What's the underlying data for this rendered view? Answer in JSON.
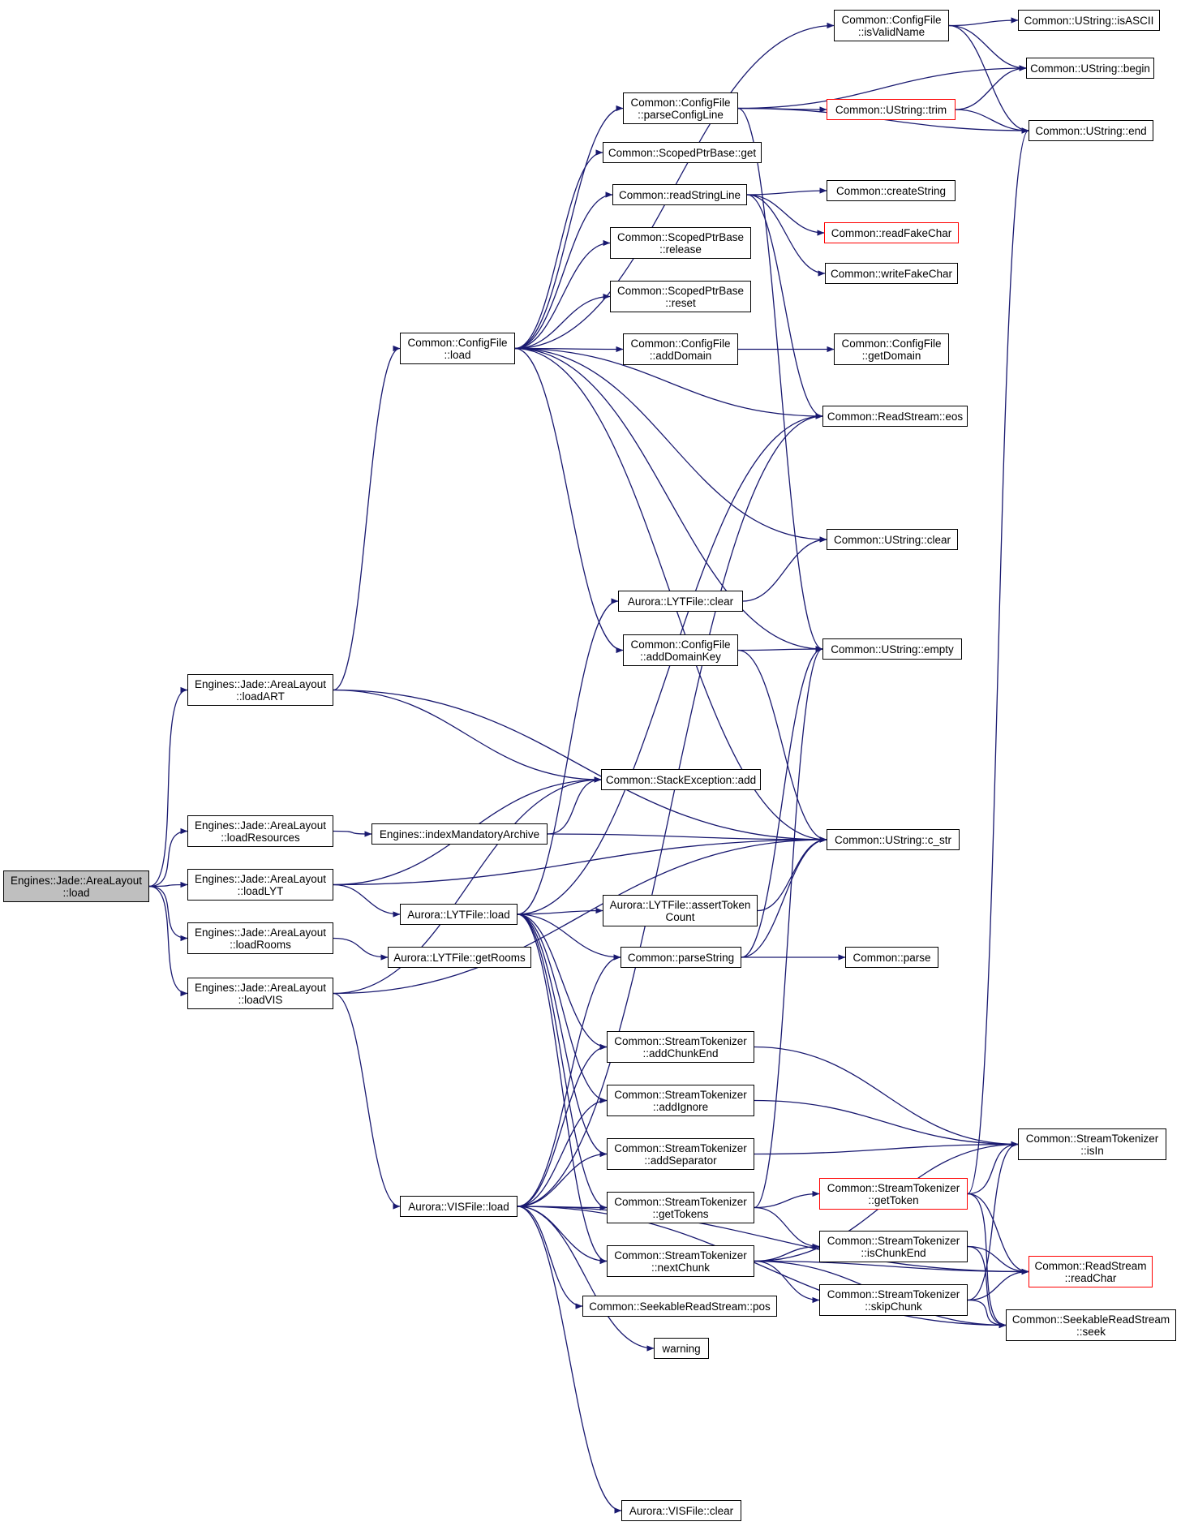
{
  "colors": {
    "edge": "#191970",
    "node_border": "#000000",
    "truncated_border": "#ff0000",
    "root_fill": "#bfbfbf"
  },
  "nodes": [
    {
      "id": "root",
      "lines": [
        "Engines::Jade::AreaLayout",
        "::load"
      ],
      "style": "root"
    },
    {
      "id": "loadART",
      "lines": [
        "Engines::Jade::AreaLayout",
        "::loadART"
      ]
    },
    {
      "id": "loadResources",
      "lines": [
        "Engines::Jade::AreaLayout",
        "::loadResources"
      ]
    },
    {
      "id": "loadLYT",
      "lines": [
        "Engines::Jade::AreaLayout",
        "::loadLYT"
      ]
    },
    {
      "id": "loadRooms",
      "lines": [
        "Engines::Jade::AreaLayout",
        "::loadRooms"
      ]
    },
    {
      "id": "loadVIS",
      "lines": [
        "Engines::Jade::AreaLayout",
        "::loadVIS"
      ]
    },
    {
      "id": "cfLoad",
      "lines": [
        "Common::ConfigFile",
        "::load"
      ]
    },
    {
      "id": "indexMandatory",
      "lines": [
        "Engines::indexMandatoryArchive"
      ]
    },
    {
      "id": "lytLoad",
      "lines": [
        "Aurora::LYTFile::load"
      ]
    },
    {
      "id": "getRooms",
      "lines": [
        "Aurora::LYTFile::getRooms"
      ]
    },
    {
      "id": "visLoad",
      "lines": [
        "Aurora::VISFile::load"
      ]
    },
    {
      "id": "parseConfigLine",
      "lines": [
        "Common::ConfigFile",
        "::parseConfigLine"
      ]
    },
    {
      "id": "spbGet",
      "lines": [
        "Common::ScopedPtrBase::get"
      ]
    },
    {
      "id": "readStringLine",
      "lines": [
        "Common::readStringLine"
      ]
    },
    {
      "id": "spbRelease",
      "lines": [
        "Common::ScopedPtrBase",
        "::release"
      ]
    },
    {
      "id": "spbReset",
      "lines": [
        "Common::ScopedPtrBase",
        "::reset"
      ]
    },
    {
      "id": "addDomain",
      "lines": [
        "Common::ConfigFile",
        "::addDomain"
      ]
    },
    {
      "id": "lytClear",
      "lines": [
        "Aurora::LYTFile::clear"
      ]
    },
    {
      "id": "addDomainKey",
      "lines": [
        "Common::ConfigFile",
        "::addDomainKey"
      ]
    },
    {
      "id": "seAdd",
      "lines": [
        "Common::StackException::add"
      ]
    },
    {
      "id": "assertToken",
      "lines": [
        "Aurora::LYTFile::assertToken",
        "Count"
      ]
    },
    {
      "id": "parseString",
      "lines": [
        "Common::parseString"
      ]
    },
    {
      "id": "addChunkEnd",
      "lines": [
        "Common::StreamTokenizer",
        "::addChunkEnd"
      ]
    },
    {
      "id": "addIgnore",
      "lines": [
        "Common::StreamTokenizer",
        "::addIgnore"
      ]
    },
    {
      "id": "addSeparator",
      "lines": [
        "Common::StreamTokenizer",
        "::addSeparator"
      ]
    },
    {
      "id": "getTokens",
      "lines": [
        "Common::StreamTokenizer",
        "::getTokens"
      ]
    },
    {
      "id": "nextChunk",
      "lines": [
        "Common::StreamTokenizer",
        "::nextChunk"
      ]
    },
    {
      "id": "srsPos",
      "lines": [
        "Common::SeekableReadStream::pos"
      ]
    },
    {
      "id": "warning",
      "lines": [
        "warning"
      ]
    },
    {
      "id": "visClear",
      "lines": [
        "Aurora::VISFile::clear"
      ]
    },
    {
      "id": "isValidName",
      "lines": [
        "Common::ConfigFile",
        "::isValidName"
      ]
    },
    {
      "id": "trim",
      "lines": [
        "Common::UString::trim"
      ],
      "style": "truncated"
    },
    {
      "id": "createString",
      "lines": [
        "Common::createString"
      ]
    },
    {
      "id": "readFakeChar",
      "lines": [
        "Common::readFakeChar"
      ],
      "style": "truncated"
    },
    {
      "id": "writeFakeChar",
      "lines": [
        "Common::writeFakeChar"
      ]
    },
    {
      "id": "getDomain",
      "lines": [
        "Common::ConfigFile",
        "::getDomain"
      ]
    },
    {
      "id": "eos",
      "lines": [
        "Common::ReadStream::eos"
      ]
    },
    {
      "id": "usClear",
      "lines": [
        "Common::UString::clear"
      ]
    },
    {
      "id": "usEmpty",
      "lines": [
        "Common::UString::empty"
      ]
    },
    {
      "id": "cStr",
      "lines": [
        "Common::UString::c_str"
      ]
    },
    {
      "id": "parse",
      "lines": [
        "Common::parse"
      ]
    },
    {
      "id": "getToken",
      "lines": [
        "Common::StreamTokenizer",
        "::getToken"
      ],
      "style": "truncated"
    },
    {
      "id": "isChunkEnd",
      "lines": [
        "Common::StreamTokenizer",
        "::isChunkEnd"
      ]
    },
    {
      "id": "skipChunk",
      "lines": [
        "Common::StreamTokenizer",
        "::skipChunk"
      ]
    },
    {
      "id": "isASCII",
      "lines": [
        "Common::UString::isASCII"
      ]
    },
    {
      "id": "begin",
      "lines": [
        "Common::UString::begin"
      ]
    },
    {
      "id": "end",
      "lines": [
        "Common::UString::end"
      ]
    },
    {
      "id": "isIn",
      "lines": [
        "Common::StreamTokenizer",
        "::isIn"
      ]
    },
    {
      "id": "readChar",
      "lines": [
        "Common::ReadStream",
        "::readChar"
      ],
      "style": "truncated"
    },
    {
      "id": "seek",
      "lines": [
        "Common::SeekableReadStream",
        "::seek"
      ]
    }
  ],
  "edges": [
    [
      "root",
      "loadART"
    ],
    [
      "root",
      "loadResources"
    ],
    [
      "root",
      "loadLYT"
    ],
    [
      "root",
      "loadRooms"
    ],
    [
      "root",
      "loadVIS"
    ],
    [
      "loadART",
      "cfLoad"
    ],
    [
      "loadART",
      "seAdd"
    ],
    [
      "loadART",
      "cStr"
    ],
    [
      "loadResources",
      "indexMandatory"
    ],
    [
      "loadLYT",
      "seAdd"
    ],
    [
      "loadLYT",
      "lytLoad"
    ],
    [
      "loadLYT",
      "cStr"
    ],
    [
      "loadRooms",
      "getRooms"
    ],
    [
      "loadVIS",
      "seAdd"
    ],
    [
      "loadVIS",
      "visLoad"
    ],
    [
      "loadVIS",
      "cStr"
    ],
    [
      "indexMandatory",
      "seAdd"
    ],
    [
      "indexMandatory",
      "cStr"
    ],
    [
      "cfLoad",
      "isValidName"
    ],
    [
      "cfLoad",
      "parseConfigLine"
    ],
    [
      "cfLoad",
      "spbGet"
    ],
    [
      "cfLoad",
      "readStringLine"
    ],
    [
      "cfLoad",
      "spbRelease"
    ],
    [
      "cfLoad",
      "spbReset"
    ],
    [
      "cfLoad",
      "addDomain"
    ],
    [
      "cfLoad",
      "eos"
    ],
    [
      "cfLoad",
      "usClear"
    ],
    [
      "cfLoad",
      "addDomainKey"
    ],
    [
      "cfLoad",
      "usEmpty"
    ],
    [
      "cfLoad",
      "cStr"
    ],
    [
      "parseConfigLine",
      "trim"
    ],
    [
      "parseConfigLine",
      "begin"
    ],
    [
      "parseConfigLine",
      "end"
    ],
    [
      "parseConfigLine",
      "usEmpty"
    ],
    [
      "isValidName",
      "isASCII"
    ],
    [
      "isValidName",
      "begin"
    ],
    [
      "isValidName",
      "end"
    ],
    [
      "trim",
      "begin"
    ],
    [
      "trim",
      "end"
    ],
    [
      "readStringLine",
      "createString"
    ],
    [
      "readStringLine",
      "readFakeChar"
    ],
    [
      "readStringLine",
      "writeFakeChar"
    ],
    [
      "readStringLine",
      "eos"
    ],
    [
      "addDomain",
      "getDomain"
    ],
    [
      "addDomainKey",
      "usEmpty"
    ],
    [
      "addDomainKey",
      "cStr"
    ],
    [
      "lytClear",
      "usClear"
    ],
    [
      "lytLoad",
      "lytClear"
    ],
    [
      "lytLoad",
      "eos"
    ],
    [
      "lytLoad",
      "assertToken"
    ],
    [
      "lytLoad",
      "parseString"
    ],
    [
      "lytLoad",
      "addChunkEnd"
    ],
    [
      "lytLoad",
      "addIgnore"
    ],
    [
      "lytLoad",
      "addSeparator"
    ],
    [
      "lytLoad",
      "getTokens"
    ],
    [
      "lytLoad",
      "nextChunk"
    ],
    [
      "assertToken",
      "cStr"
    ],
    [
      "parseString",
      "usEmpty"
    ],
    [
      "parseString",
      "cStr"
    ],
    [
      "parseString",
      "parse"
    ],
    [
      "visLoad",
      "eos"
    ],
    [
      "visLoad",
      "parseString"
    ],
    [
      "visLoad",
      "addChunkEnd"
    ],
    [
      "visLoad",
      "addIgnore"
    ],
    [
      "visLoad",
      "addSeparator"
    ],
    [
      "visLoad",
      "getTokens"
    ],
    [
      "visLoad",
      "nextChunk"
    ],
    [
      "visLoad",
      "srsPos"
    ],
    [
      "visLoad",
      "warning"
    ],
    [
      "visLoad",
      "readChar"
    ],
    [
      "visLoad",
      "seek"
    ],
    [
      "visLoad",
      "visClear"
    ],
    [
      "addChunkEnd",
      "isIn"
    ],
    [
      "addIgnore",
      "isIn"
    ],
    [
      "addSeparator",
      "isIn"
    ],
    [
      "getTokens",
      "getToken"
    ],
    [
      "getTokens",
      "isChunkEnd"
    ],
    [
      "getTokens",
      "usEmpty"
    ],
    [
      "nextChunk",
      "isChunkEnd"
    ],
    [
      "nextChunk",
      "skipChunk"
    ],
    [
      "nextChunk",
      "isIn"
    ],
    [
      "nextChunk",
      "readChar"
    ],
    [
      "nextChunk",
      "seek"
    ],
    [
      "getToken",
      "end"
    ],
    [
      "getToken",
      "isIn"
    ],
    [
      "getToken",
      "readChar"
    ],
    [
      "getToken",
      "seek"
    ],
    [
      "isChunkEnd",
      "readChar"
    ],
    [
      "isChunkEnd",
      "seek"
    ],
    [
      "skipChunk",
      "isIn"
    ],
    [
      "skipChunk",
      "readChar"
    ],
    [
      "skipChunk",
      "seek"
    ]
  ]
}
